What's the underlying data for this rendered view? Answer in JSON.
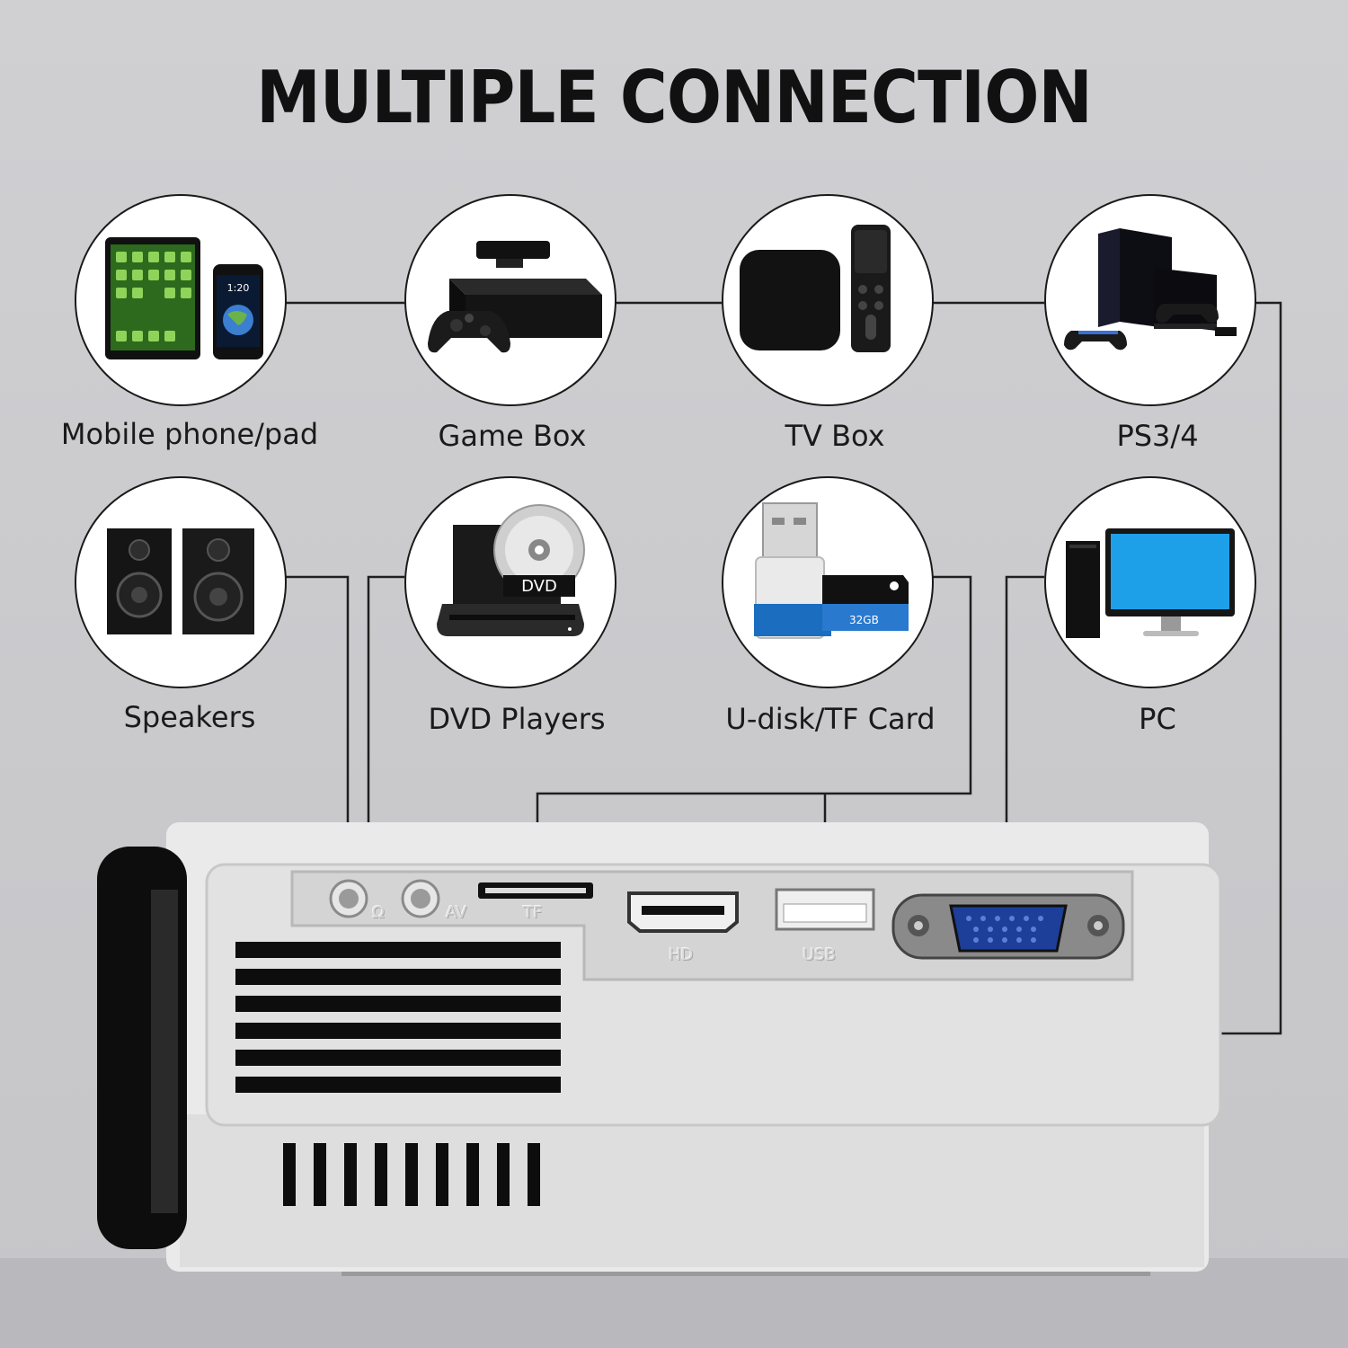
{
  "title": "MULTIPLE CONNECTION",
  "devices": {
    "mobile": {
      "label": "Mobile phone/pad",
      "icon": "mobile-phone-tablet-icon"
    },
    "gamebox": {
      "label": "Game Box",
      "icon": "game-console-icon"
    },
    "tvbox": {
      "label": "TV Box",
      "icon": "tv-box-remote-icon"
    },
    "ps": {
      "label": "PS3/4",
      "icon": "playstation-icon"
    },
    "speakers": {
      "label": "Speakers",
      "icon": "speakers-icon"
    },
    "dvd": {
      "label": "DVD Players",
      "icon": "dvd-player-icon",
      "disc_text": "DVD"
    },
    "udisk": {
      "label": "U-disk/TF Card",
      "icon": "usb-sd-card-icon",
      "card_text": "32GB"
    },
    "pc": {
      "label": "PC",
      "icon": "computer-monitor-icon"
    }
  },
  "phone_time": "1:20",
  "ports": {
    "audio": "Ω",
    "av": "AV",
    "tf": "TF",
    "hd": "HD",
    "usb": "USB"
  }
}
